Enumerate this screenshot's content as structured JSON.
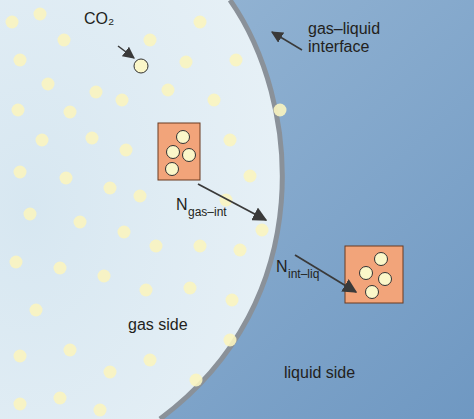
{
  "diagram": {
    "labels": [
      "CO₂",
      "gas–liquid interface",
      "N",
      "gas–int",
      "N",
      "int–liq",
      "gas side",
      "liquid side"
    ]
  }
}
